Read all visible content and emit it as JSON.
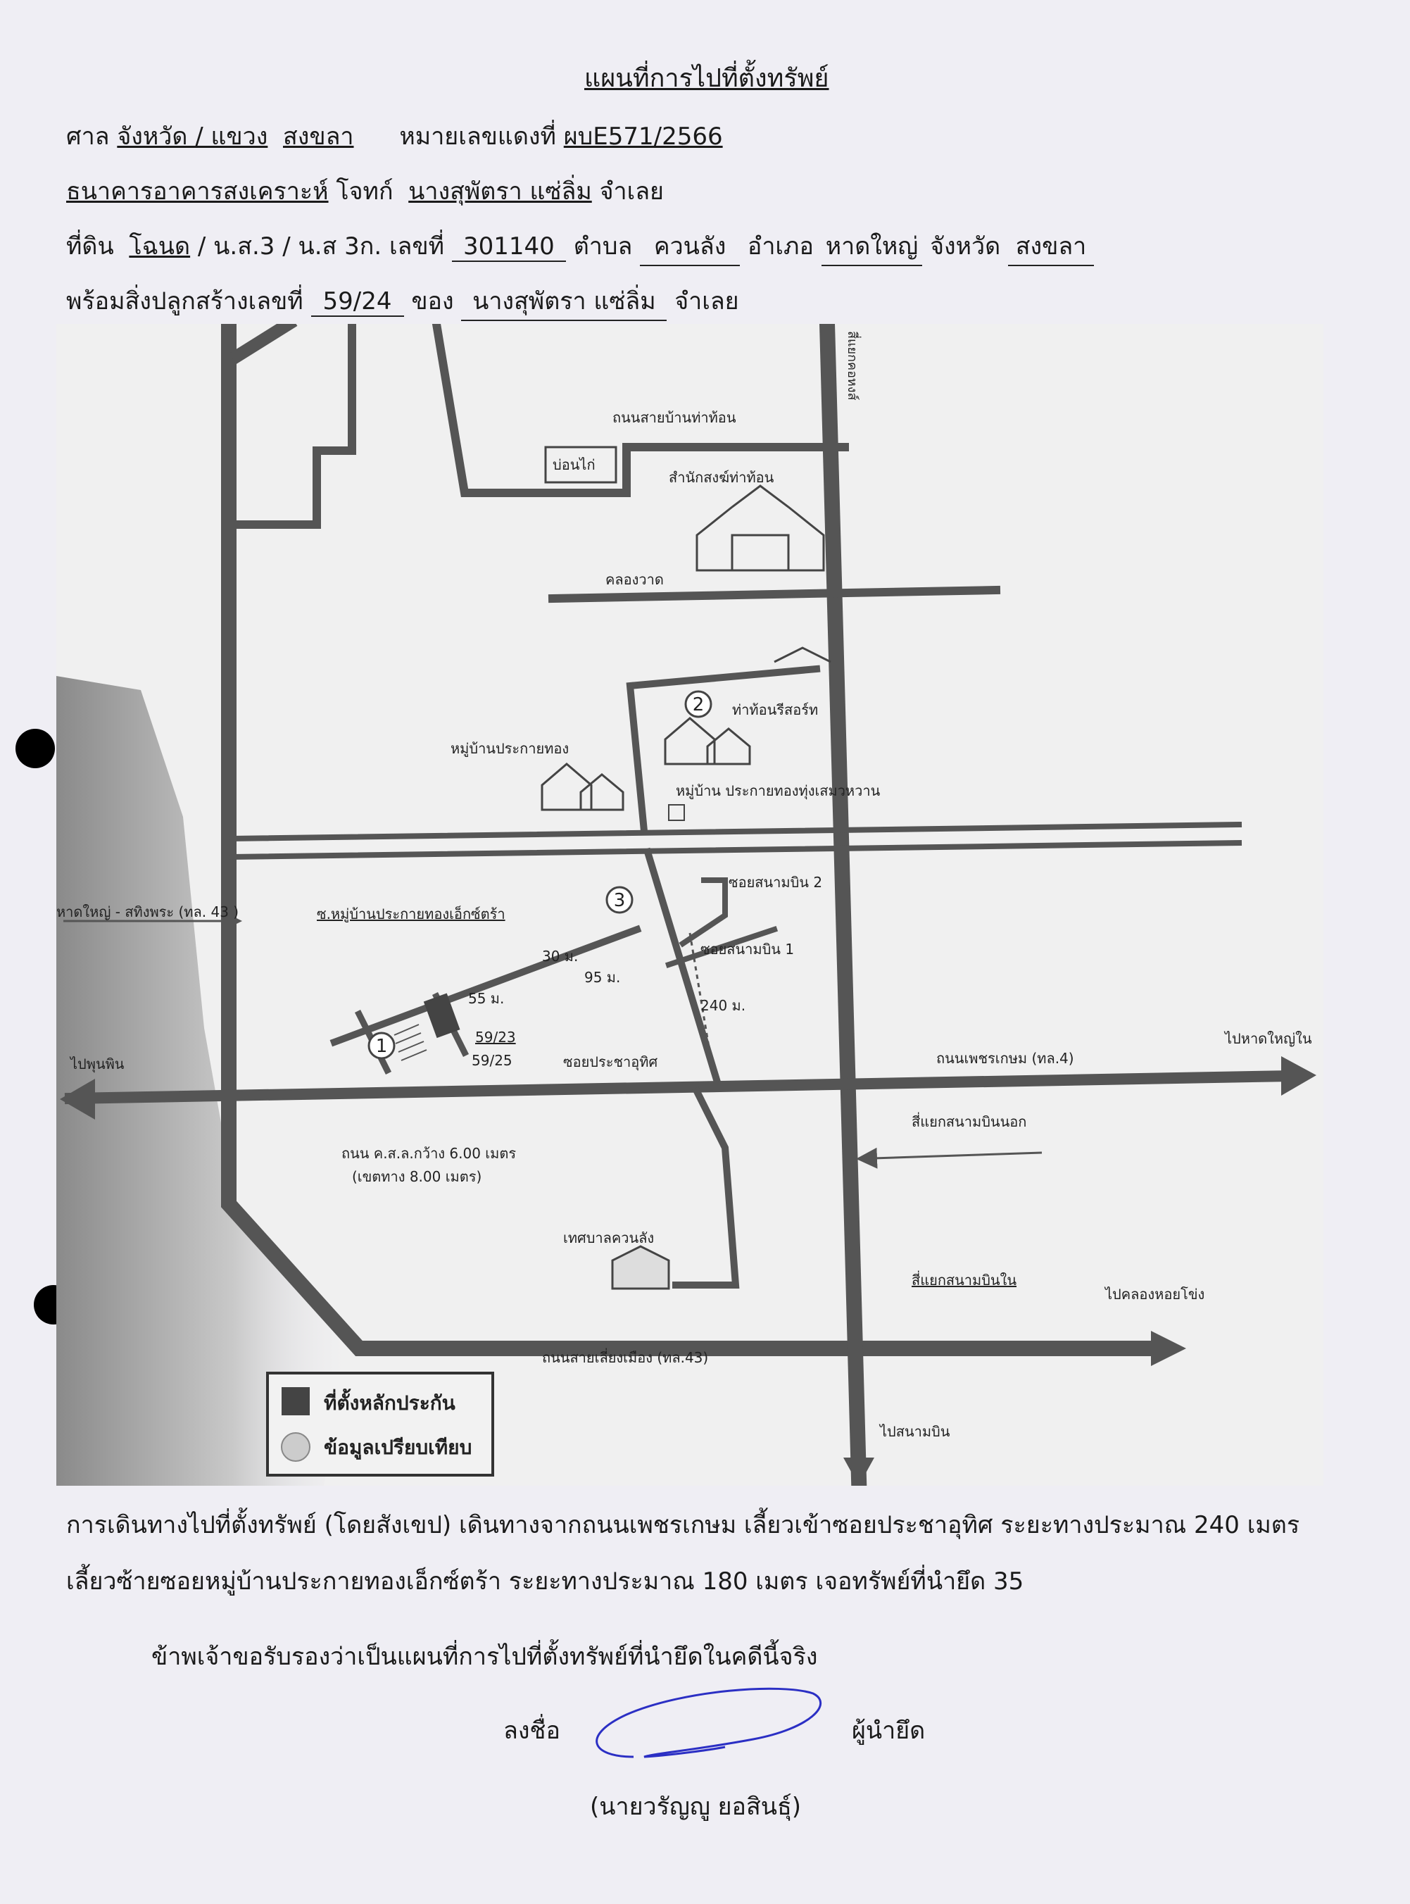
{
  "header": {
    "title": "แผนที่การไปที่ตั้งทรัพย์",
    "line1": {
      "court_prefix": "ศาล",
      "court_label": "จังหวัด / แขวง",
      "court_value": "สงขลา",
      "case_label": "หมายเลขแดงที่",
      "case_value": "ผบE571/2566"
    },
    "line2": {
      "plaintiff": "ธนาคารอาคารสงเคราะห์",
      "plaintiff_suffix": "โจทก์",
      "defendant": "นางสุพัตรา   แซ่ลิ่ม",
      "defendant_label": "จำเลย"
    },
    "line3": {
      "land_label": "ที่ดิน",
      "deed_selected": "โฉนด",
      "deed_others": "/ น.ส.3 / น.ส 3ก. เลขที่",
      "deed_number": "301140",
      "tambon_label": "ตำบล",
      "tambon": "ควนลัง",
      "amphoe_label": "อำเภอ",
      "amphoe": "หาดใหญ่",
      "province_label": "จังหวัด",
      "province": "สงขลา"
    },
    "line4": {
      "building_label": "พร้อมสิ่งปลูกสร้างเลขที่",
      "building_number": "59/24",
      "owner_label": "ของ",
      "owner": "นางสุพัตรา   แซ่ลิ่ม",
      "owner_suffix": "จำเลย"
    }
  },
  "map": {
    "labels": {
      "road_tha_hon": "ถนนสายบ้านท่าท้อน",
      "bo_kai": "บ่อนไก่",
      "temple": "สำนักสงฆ์ท่าท้อน",
      "canal": "คลองวาด",
      "resort": "ท่าท้อนรีสอร์ท",
      "village_pkt": "หมู่บ้านประกายทอง",
      "village_pkt_thung": "หมู่บ้าน ประกายทองทุ่งเสมวหวาน",
      "hatyai_sathing": "หาดใหญ่ - สทิงพระ (ทล. 43 )",
      "soi_extra": "ซ.หมู่บ้านประกายทองเอ็กซ์ตร้า",
      "soi_sanambin2": "ซอยสนามบิน 2",
      "soi_sanambin1": "ซอยสนามบิน 1",
      "d30": "30 ม.",
      "d95": "95 ม.",
      "d55": "55 ม.",
      "d240": "240 ม.",
      "lot_5923": "59/23",
      "lot_5925": "59/25",
      "soi_pracha": "ซอยประชาอุทิศ",
      "petchkasem": "ถนนเพชรเกษม (ทล.4)",
      "to_hatyai_nai": "ไปหาดใหญ่ใน",
      "to_phunmi": "ไปพุนพิน",
      "junction_out": "สี่แยกสนามบินนอก",
      "road_width": "ถนน ค.ส.ล.กว้าง 6.00 เมตร",
      "road_reserve": "(เขตทาง 8.00 เมตร)",
      "municipality": "เทศบาลควนลัง",
      "junction_in": "สี่แยกสนามบินใน",
      "to_khlong_hoi": "ไปคลองหอยโข่ง",
      "bypass": "ถนนสายเลี่ยงเมือง (ทล.43)",
      "to_airport": "ไปสนามบิน",
      "to_north": "สี่แยกคอหงส์",
      "m1": "1",
      "m2": "2",
      "m3": "3"
    },
    "legend": {
      "collateral": "ที่ตั้งหลักประกัน",
      "comparison": "ข้อมูลเปรียบเทียบ"
    }
  },
  "directions": {
    "line1": "การเดินทางไปที่ตั้งทรัพย์ (โดยสังเขป) เดินทางจากถนนเพชรเกษม เลี้ยวเข้าซอยประชาอุทิศ ระยะทางประมาณ 240 เมตร",
    "line2": "เลี้ยวซ้ายซอยหมู่บ้านประกายทองเอ็กซ์ตร้า ระยะทางประมาณ 180 เมตร เจอทรัพย์ที่นำยึด   35",
    "certify": "ข้าพเจ้าขอรับรองว่าเป็นแผนที่การไปที่ตั้งทรัพย์ที่นำยึดในคดีนี้จริง"
  },
  "signature": {
    "sign_label": "ลงชื่อ",
    "role": "ผู้นำยึด",
    "name": "(นายวรัญญู        ยอสินธุ์)",
    "ink_color": "#2b2fc4"
  }
}
